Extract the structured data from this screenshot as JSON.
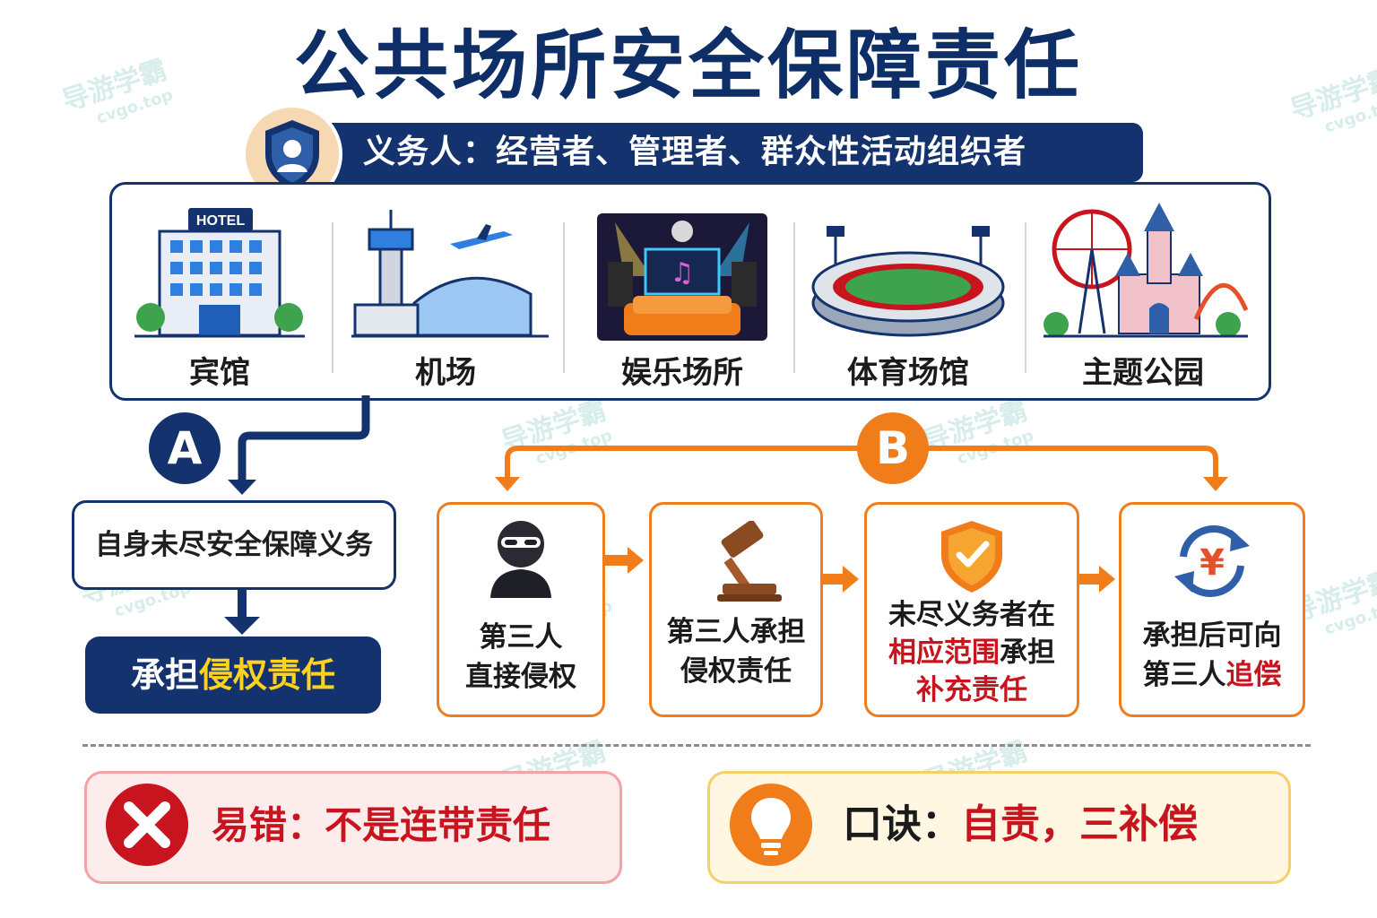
{
  "title": "公共场所安全保障责任",
  "obligor": "义务人：经营者、管理者、群众性活动组织者",
  "places": [
    {
      "label": "宾馆",
      "icon": "hotel-icon",
      "sign": "HOTEL"
    },
    {
      "label": "机场",
      "icon": "airport-icon"
    },
    {
      "label": "娱乐场所",
      "icon": "entertainment-venue-icon"
    },
    {
      "label": "体育场馆",
      "icon": "stadium-icon"
    },
    {
      "label": "主题公园",
      "icon": "theme-park-icon"
    }
  ],
  "branch_a": {
    "letter": "A",
    "condition": "自身未尽安全保障义务",
    "result_prefix": "承担",
    "result_highlight": "侵权责任"
  },
  "branch_b": {
    "letter": "B",
    "steps": [
      {
        "line1": "第三人",
        "line2": "直接侵权",
        "icon": "masked-thief-icon"
      },
      {
        "line1": "第三人承担",
        "line2": "侵权责任",
        "icon": "gavel-icon"
      },
      {
        "line1": "未尽义务者在",
        "line2_red": "相应范围",
        "line2_rest": "承担",
        "line3_red": "补充责任",
        "icon": "shield-check-icon"
      },
      {
        "line1": "承担后可向",
        "line2_prefix": "第三人",
        "line2_red": "追偿",
        "icon": "yen-recycle-icon"
      }
    ]
  },
  "tips": {
    "error": "易错：不是连带责任",
    "mnemonic_prefix": "口诀：",
    "mnemonic_red": "自责，三补偿"
  },
  "watermark": {
    "name": "导游学霸",
    "site": "cvgo.top"
  },
  "colors": {
    "navy": "#14336e",
    "orange": "#f07d1a",
    "red": "#c8141e",
    "yellow": "#ffd21f"
  }
}
